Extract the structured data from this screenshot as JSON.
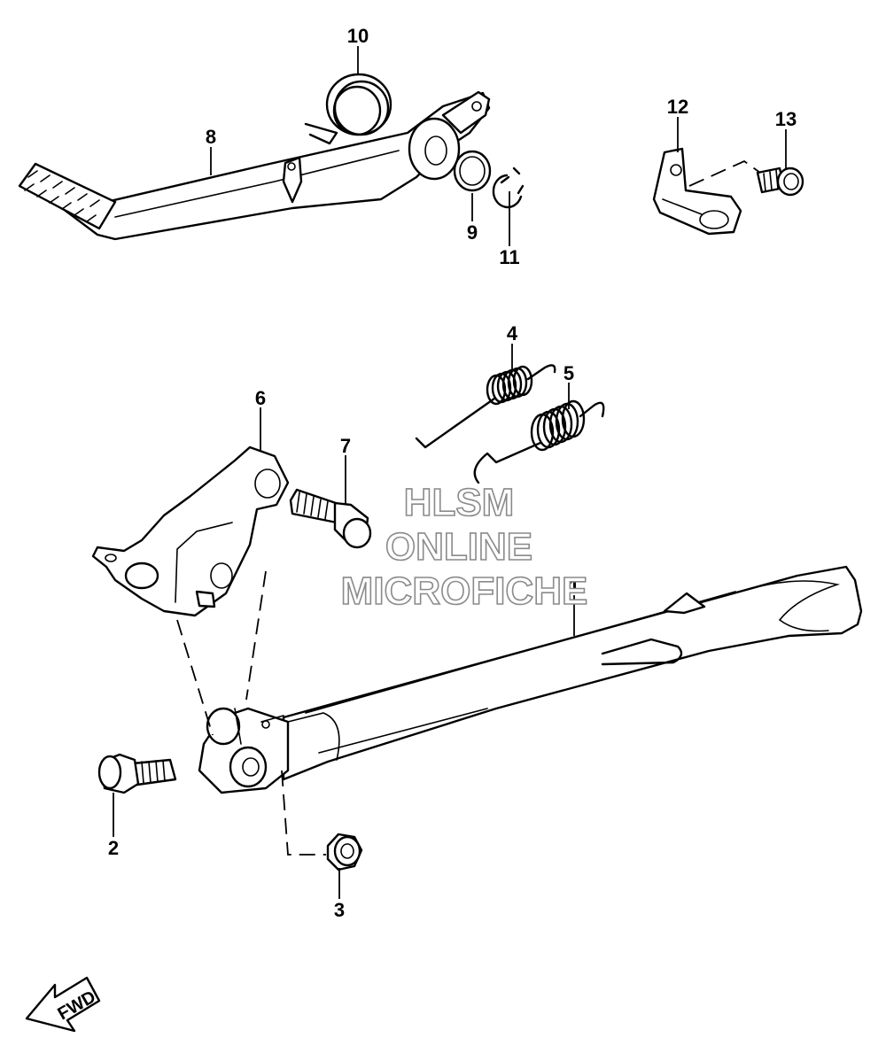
{
  "watermark": {
    "line1": "HLSM",
    "line2": "ONLINE",
    "line3": "MICROFICHE"
  },
  "direction_indicator": "FWD",
  "callouts": [
    "1",
    "2",
    "3",
    "4",
    "5",
    "6",
    "7",
    "8",
    "9",
    "10",
    "11",
    "12",
    "13"
  ]
}
